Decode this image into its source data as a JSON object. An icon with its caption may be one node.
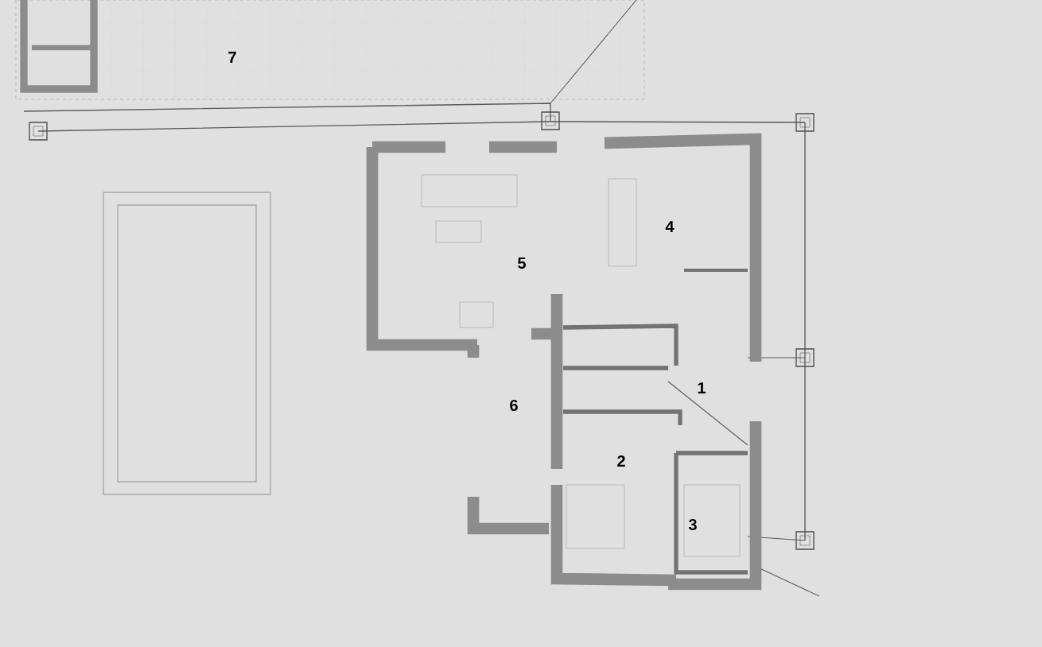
{
  "diagram": {
    "labels": [
      "7",
      "5",
      "4",
      "1",
      "6",
      "2",
      "3"
    ]
  }
}
